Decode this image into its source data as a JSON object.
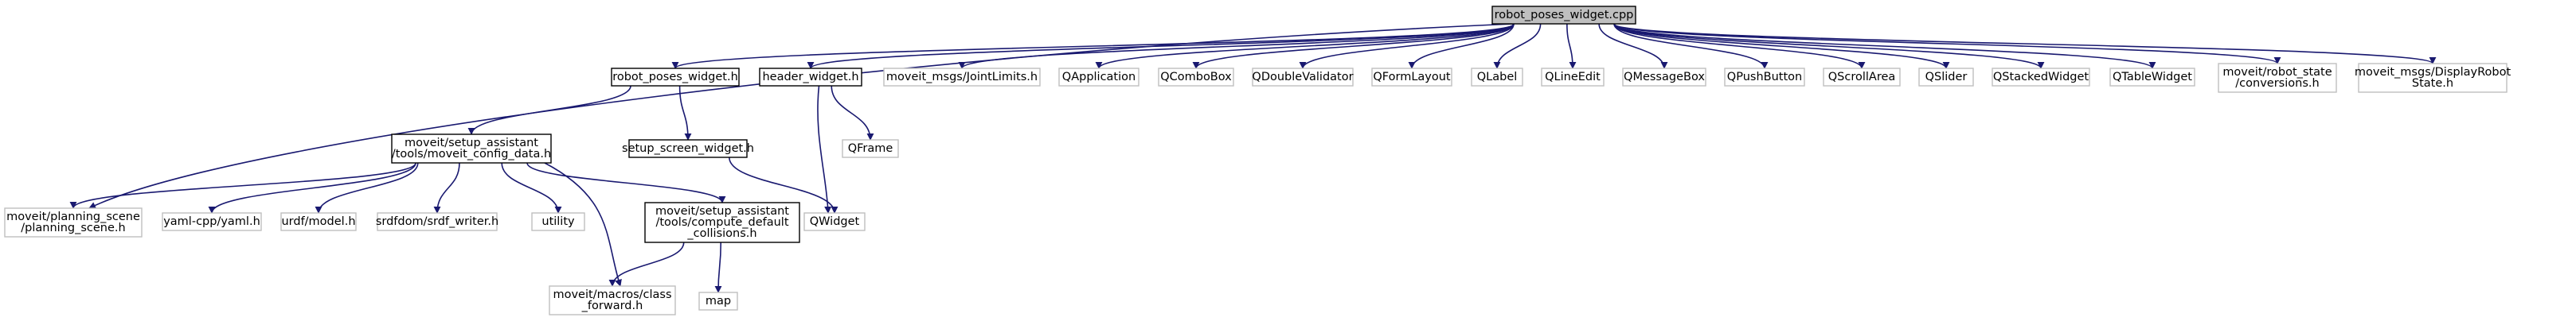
{
  "colors": {
    "edge": "#191970",
    "root_fill": "#bfbfbf",
    "root_border": "#000000",
    "documented_border": "#000000",
    "external_border": "#bfbfbf",
    "node_fill": "#ffffff",
    "text": "#000000"
  },
  "nodes": [
    {
      "id": "root",
      "kind": "root",
      "lines": [
        "robot_poses_widget.cpp"
      ]
    },
    {
      "id": "rpw_h",
      "kind": "documented",
      "lines": [
        "robot_poses_widget.h"
      ]
    },
    {
      "id": "header_h",
      "kind": "documented",
      "lines": [
        "header_widget.h"
      ]
    },
    {
      "id": "jointlimits",
      "kind": "external",
      "lines": [
        "moveit_msgs/JointLimits.h"
      ]
    },
    {
      "id": "qapplication",
      "kind": "external",
      "lines": [
        "QApplication"
      ]
    },
    {
      "id": "qcombobox",
      "kind": "external",
      "lines": [
        "QComboBox"
      ]
    },
    {
      "id": "qdoublevalidator",
      "kind": "external",
      "lines": [
        "QDoubleValidator"
      ]
    },
    {
      "id": "qformlayout",
      "kind": "external",
      "lines": [
        "QFormLayout"
      ]
    },
    {
      "id": "qlabel",
      "kind": "external",
      "lines": [
        "QLabel"
      ]
    },
    {
      "id": "qlineedit",
      "kind": "external",
      "lines": [
        "QLineEdit"
      ]
    },
    {
      "id": "qmessagebox",
      "kind": "external",
      "lines": [
        "QMessageBox"
      ]
    },
    {
      "id": "qpushbutton",
      "kind": "external",
      "lines": [
        "QPushButton"
      ]
    },
    {
      "id": "qscrollarea",
      "kind": "external",
      "lines": [
        "QScrollArea"
      ]
    },
    {
      "id": "qslider",
      "kind": "external",
      "lines": [
        "QSlider"
      ]
    },
    {
      "id": "qstackedwidget",
      "kind": "external",
      "lines": [
        "QStackedWidget"
      ]
    },
    {
      "id": "qtablewidget",
      "kind": "external",
      "lines": [
        "QTableWidget"
      ]
    },
    {
      "id": "robotstate_conv",
      "kind": "external",
      "lines": [
        "moveit/robot_state",
        "/conversions.h"
      ]
    },
    {
      "id": "displayrobotstate",
      "kind": "external",
      "lines": [
        "moveit_msgs/DisplayRobot",
        "State.h"
      ]
    },
    {
      "id": "config_data",
      "kind": "documented",
      "lines": [
        "moveit/setup_assistant",
        "/tools/moveit_config_data.h"
      ]
    },
    {
      "id": "setup_screen",
      "kind": "documented",
      "lines": [
        "setup_screen_widget.h"
      ]
    },
    {
      "id": "qframe",
      "kind": "external",
      "lines": [
        "QFrame"
      ]
    },
    {
      "id": "planning_scene",
      "kind": "external",
      "lines": [
        "moveit/planning_scene",
        "/planning_scene.h"
      ]
    },
    {
      "id": "yaml",
      "kind": "external",
      "lines": [
        "yaml-cpp/yaml.h"
      ]
    },
    {
      "id": "urdf",
      "kind": "external",
      "lines": [
        "urdf/model.h"
      ]
    },
    {
      "id": "srdf",
      "kind": "external",
      "lines": [
        "srdfdom/srdf_writer.h"
      ]
    },
    {
      "id": "utility",
      "kind": "external",
      "lines": [
        "utility"
      ]
    },
    {
      "id": "compute_coll",
      "kind": "documented",
      "lines": [
        "moveit/setup_assistant",
        "/tools/compute_default",
        "_collisions.h"
      ]
    },
    {
      "id": "qwidget",
      "kind": "external",
      "lines": [
        "QWidget"
      ]
    },
    {
      "id": "class_forward",
      "kind": "external",
      "lines": [
        "moveit/macros/class",
        "_forward.h"
      ]
    },
    {
      "id": "map",
      "kind": "external",
      "lines": [
        "map"
      ]
    }
  ],
  "edges": [
    [
      "root",
      "rpw_h"
    ],
    [
      "root",
      "header_h"
    ],
    [
      "root",
      "jointlimits"
    ],
    [
      "root",
      "qapplication"
    ],
    [
      "root",
      "qcombobox"
    ],
    [
      "root",
      "qdoublevalidator"
    ],
    [
      "root",
      "qformlayout"
    ],
    [
      "root",
      "qlabel"
    ],
    [
      "root",
      "qlineedit"
    ],
    [
      "root",
      "qmessagebox"
    ],
    [
      "root",
      "qpushbutton"
    ],
    [
      "root",
      "qscrollarea"
    ],
    [
      "root",
      "qslider"
    ],
    [
      "root",
      "qstackedwidget"
    ],
    [
      "root",
      "qtablewidget"
    ],
    [
      "root",
      "robotstate_conv"
    ],
    [
      "root",
      "displayrobotstate"
    ],
    [
      "root",
      "planning_scene"
    ],
    [
      "rpw_h",
      "config_data"
    ],
    [
      "rpw_h",
      "setup_screen"
    ],
    [
      "header_h",
      "qframe"
    ],
    [
      "header_h",
      "qwidget"
    ],
    [
      "setup_screen",
      "qwidget"
    ],
    [
      "config_data",
      "planning_scene"
    ],
    [
      "config_data",
      "yaml"
    ],
    [
      "config_data",
      "urdf"
    ],
    [
      "config_data",
      "srdf"
    ],
    [
      "config_data",
      "utility"
    ],
    [
      "config_data",
      "compute_coll"
    ],
    [
      "config_data",
      "class_forward"
    ],
    [
      "compute_coll",
      "class_forward"
    ],
    [
      "compute_coll",
      "map"
    ]
  ]
}
